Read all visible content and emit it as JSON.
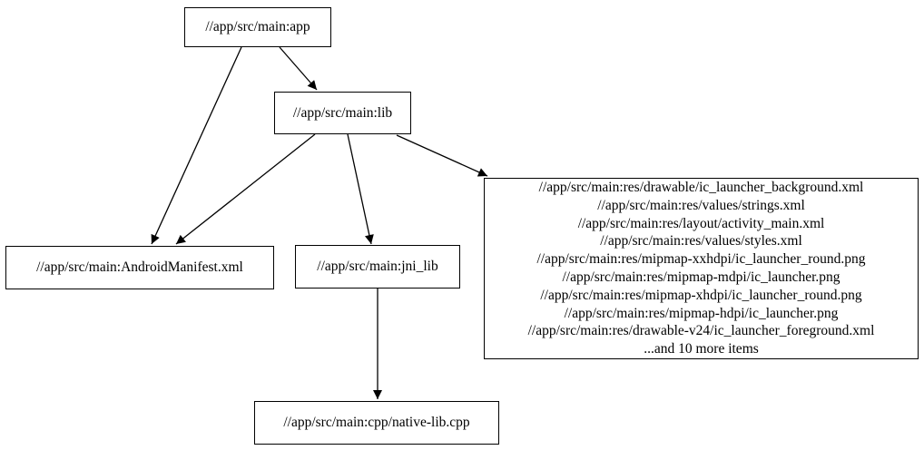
{
  "diagram": {
    "type": "dependency-graph",
    "background_color": "#ffffff",
    "node_border_color": "#000000",
    "edge_color": "#000000",
    "text_color": "#000000",
    "nodes": [
      {
        "id": "app",
        "label": "//app/src/main:app"
      },
      {
        "id": "lib",
        "label": "//app/src/main:lib"
      },
      {
        "id": "android-manifest",
        "label": "//app/src/main:AndroidManifest.xml"
      },
      {
        "id": "jni-lib",
        "label": "//app/src/main:jni_lib"
      },
      {
        "id": "res-group",
        "lines": [
          "//app/src/main:res/drawable/ic_launcher_background.xml",
          "//app/src/main:res/values/strings.xml",
          "//app/src/main:res/layout/activity_main.xml",
          "//app/src/main:res/values/styles.xml",
          "//app/src/main:res/mipmap-xxhdpi/ic_launcher_round.png",
          "//app/src/main:res/mipmap-mdpi/ic_launcher.png",
          "//app/src/main:res/mipmap-xhdpi/ic_launcher_round.png",
          "//app/src/main:res/mipmap-hdpi/ic_launcher.png",
          "//app/src/main:res/drawable-v24/ic_launcher_foreground.xml",
          "...and 10 more items"
        ]
      },
      {
        "id": "native-lib-cpp",
        "label": "//app/src/main:cpp/native-lib.cpp"
      }
    ],
    "edges": [
      {
        "from": "app",
        "to": "lib"
      },
      {
        "from": "app",
        "to": "android-manifest"
      },
      {
        "from": "lib",
        "to": "android-manifest"
      },
      {
        "from": "lib",
        "to": "jni-lib"
      },
      {
        "from": "lib",
        "to": "res-group"
      },
      {
        "from": "jni-lib",
        "to": "native-lib-cpp"
      }
    ]
  }
}
